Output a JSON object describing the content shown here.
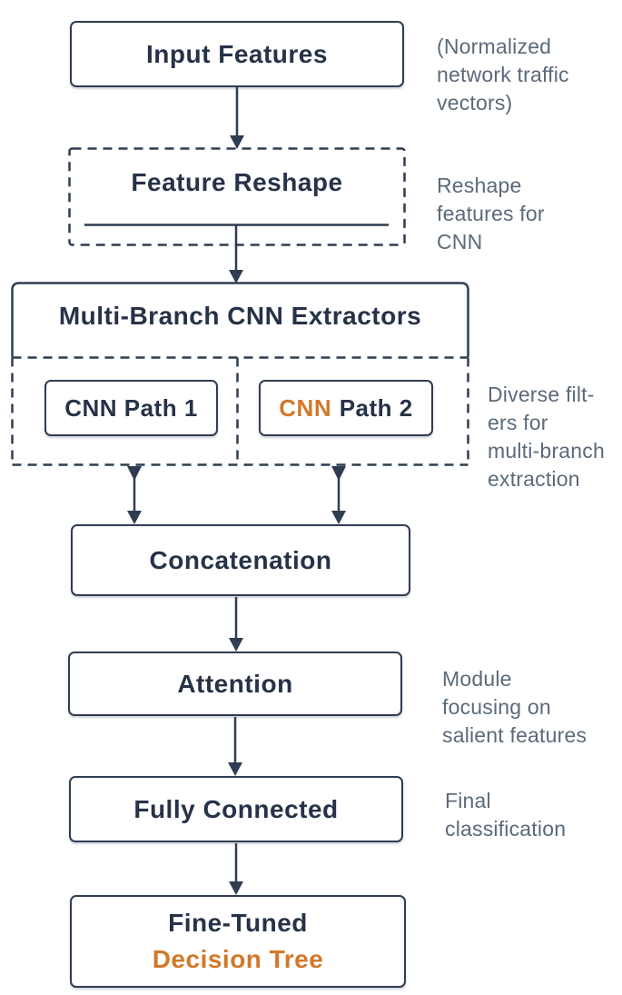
{
  "colors": {
    "navy_text": "#263248",
    "box_border": "#2f3d52",
    "orange_accent": "#d2782a",
    "annotation_gray": "#5b6a7a"
  },
  "nodes": {
    "input": {
      "label": "Input Features"
    },
    "reshape": {
      "label": "Feature Reshape"
    },
    "extractors": {
      "label": "Multi-Branch CNN Extractors"
    },
    "path1": {
      "label": "CNN Path 1"
    },
    "path2": {
      "highlight": "CNN",
      "rest": "Path 2"
    },
    "concat": {
      "label": "Concatenation"
    },
    "attention": {
      "label": "Attention"
    },
    "fc": {
      "label": "Fully Connected"
    },
    "final": {
      "line1": "Fine-Tuned",
      "line2": "Decision Tree"
    }
  },
  "annotations": {
    "input_note": "(Normalized\nnetwork traffic\nvectors)",
    "reshape_note": "Reshape\nfeatures for\nCNN",
    "extractors_note": "Diverse filt-\ners for\nmulti-branch\nextraction",
    "attention_note": "Module\nfocusing on\nsalient features",
    "fc_note": "Final\nclassification"
  }
}
